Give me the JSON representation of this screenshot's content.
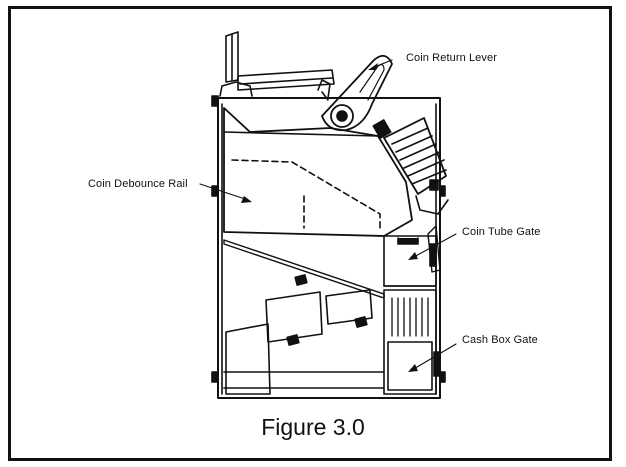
{
  "figure": {
    "caption": "Figure 3.0",
    "labels": {
      "coin_return_lever": "Coin Return Lever",
      "coin_debounce_rail": "Coin Debounce Rail",
      "coin_tube_gate": "Coin Tube Gate",
      "cash_box_gate": "Cash Box Gate"
    },
    "line_color": "#111111"
  }
}
